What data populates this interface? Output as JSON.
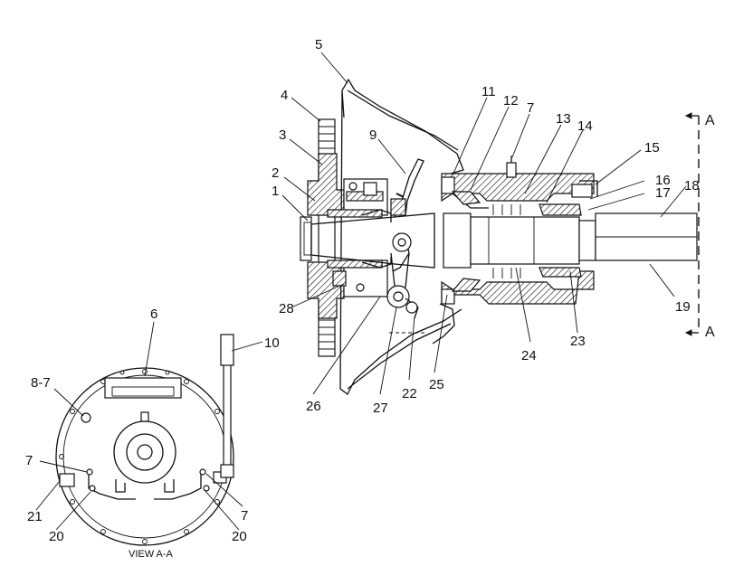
{
  "callouts": {
    "c1": "1",
    "c2": "2",
    "c3": "3",
    "c4": "4",
    "c5": "5",
    "c6": "6",
    "c7a": "7",
    "c7b": "7",
    "c7c": "7",
    "c87": "8-7",
    "c9": "9",
    "c10": "10",
    "c11": "11",
    "c12": "12",
    "c13": "13",
    "c14": "14",
    "c15": "15",
    "c16": "16",
    "c17": "17",
    "c18": "18",
    "c19": "19",
    "c20a": "20",
    "c20b": "20",
    "c21": "21",
    "c22": "22",
    "c23": "23",
    "c24": "24",
    "c25": "25",
    "c26": "26",
    "c27": "27",
    "c28": "28"
  },
  "section": {
    "top_letter": "A",
    "bottom_letter": "A"
  },
  "view_label": "VIEW A-A"
}
